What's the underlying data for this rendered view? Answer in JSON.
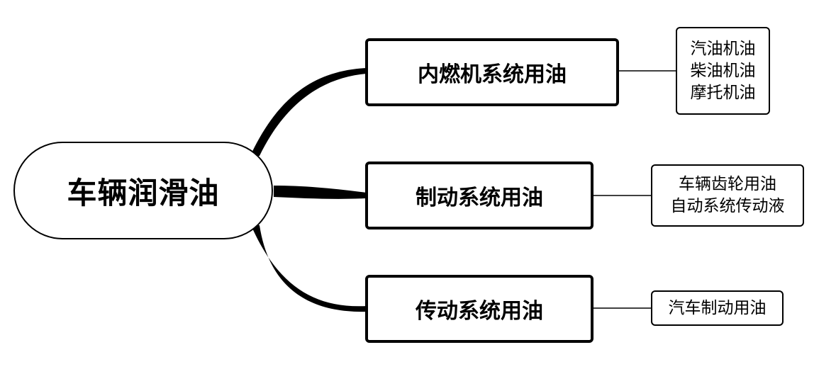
{
  "root": {
    "label": "车辆润滑油"
  },
  "branches": [
    {
      "label": "内燃机系统用油",
      "items": [
        "汽油机油",
        "柴油机油",
        "摩托机油"
      ]
    },
    {
      "label": "制动系统用油",
      "items": [
        "车辆齿轮用油",
        "自动系统传动液"
      ]
    },
    {
      "label": "传动系统用油",
      "items": [
        "汽车制动用油"
      ]
    }
  ],
  "colors": {
    "line": "#000000",
    "background": "#ffffff",
    "border": "#000000"
  }
}
